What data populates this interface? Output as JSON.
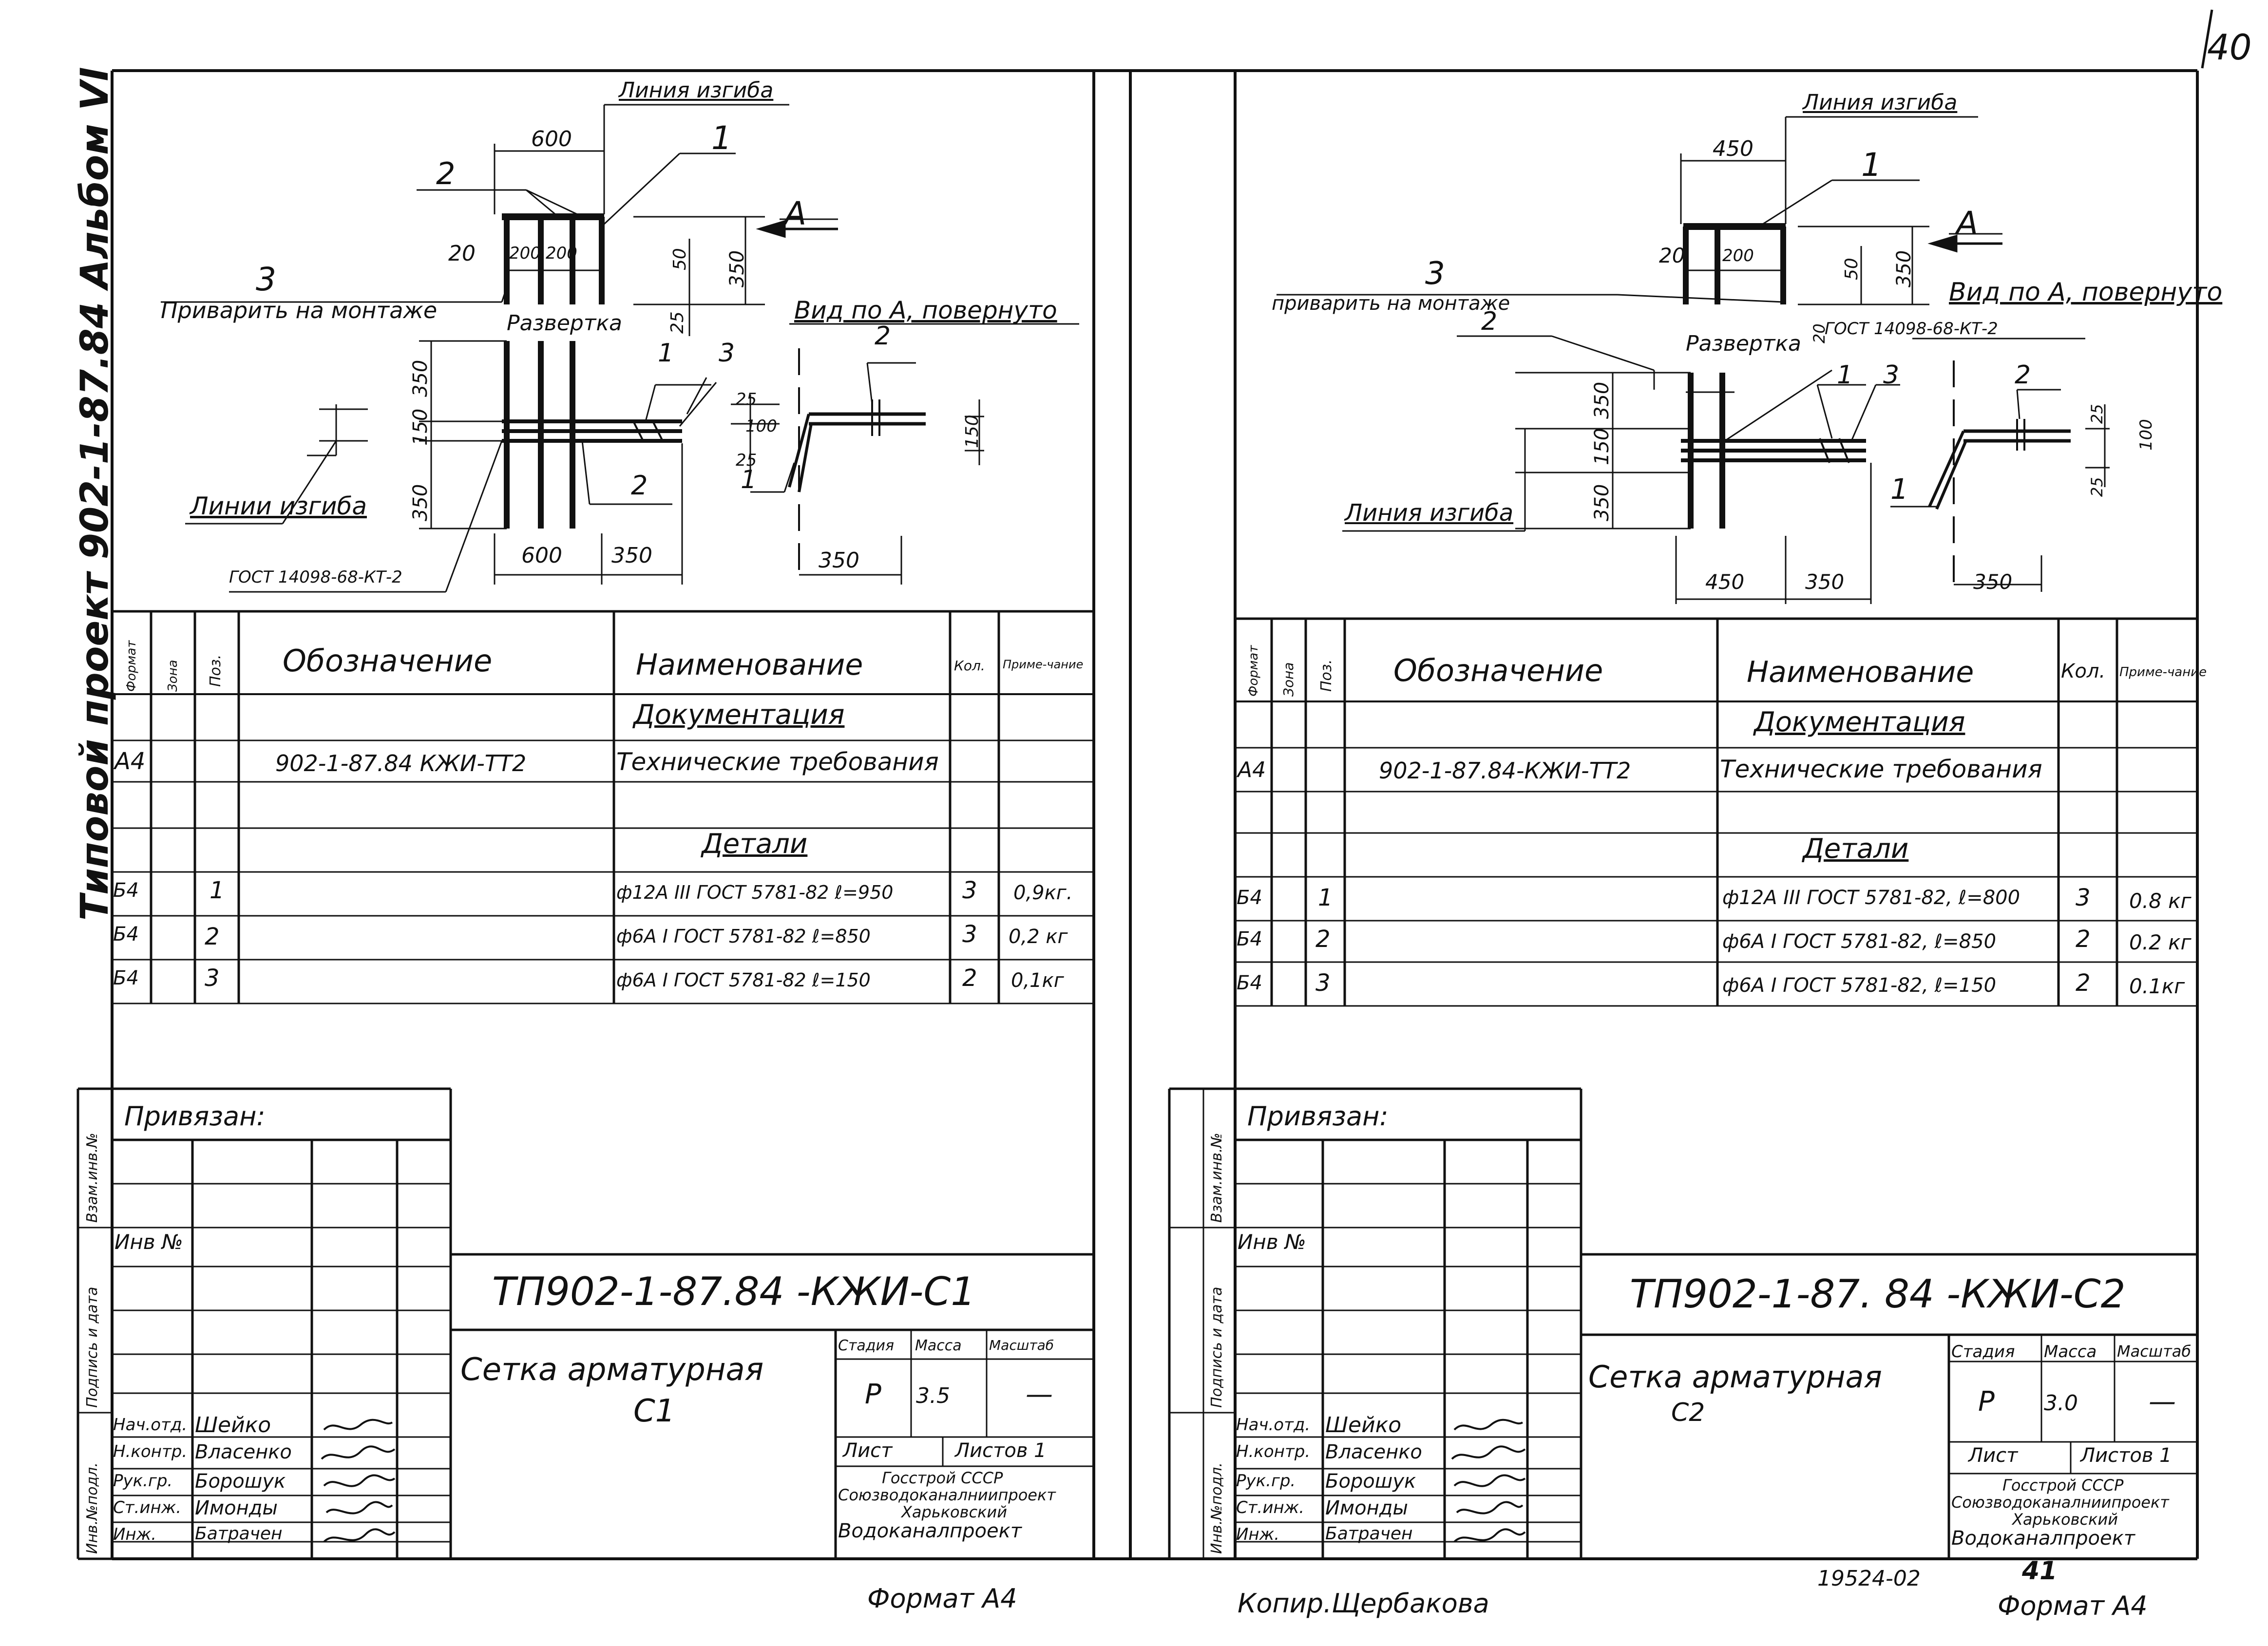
{
  "page": {
    "sheet_number": "40",
    "side_title": "Типовой проект 902-1-87.84 Альбом VI",
    "footer_left": "Формат А4",
    "footer_center": "Копир.Щербакова",
    "footer_inv": "19524-02",
    "footer_page": "41",
    "footer_right": "Формат А4"
  },
  "sheets": [
    {
      "id": "c1",
      "drawing": {
        "bend_line": "Линия изгиба",
        "bend_lines": "Линии изгиба",
        "weld": "Приварить на монтаже",
        "unfold": "Развертка",
        "view": "Вид по А, повернуто",
        "view_letter": "А",
        "gost": "ГОСТ 14098-68-КТ-2",
        "pos": [
          "1",
          "2",
          "3"
        ],
        "dims": {
          "top_w": "600",
          "d20": "20",
          "d200a": "200",
          "d200b": "200",
          "d50": "50",
          "d350": "350",
          "d25": "25",
          "v350a": "350",
          "v150": "150",
          "v350b": "350",
          "bot_w": "600",
          "bot_350": "350",
          "s25a": "25",
          "s100": "100",
          "s25b": "25",
          "s150": "150",
          "view_350": "350"
        }
      },
      "spec": {
        "headers": [
          "Формат",
          "Зона",
          "Поз.",
          "Обозначение",
          "Наименование",
          "Кол.",
          "Приме-чание"
        ],
        "section_docs": "Документация",
        "doc_row": {
          "format": "А4",
          "designation": "902-1-87.84 КЖИ-ТТ2",
          "name": "Технические требования"
        },
        "section_parts": "Детали",
        "rows": [
          {
            "format": "Б4",
            "pos": "1",
            "name": "ф12А III ГОСТ 5781-82 ℓ=950",
            "qty": "3",
            "note": "0,9кг."
          },
          {
            "format": "Б4",
            "pos": "2",
            "name": "ф6А I ГОСТ 5781-82 ℓ=850",
            "qty": "3",
            "note": "0,2 кг"
          },
          {
            "format": "Б4",
            "pos": "3",
            "name": "ф6А I ГОСТ 5781-82 ℓ=150",
            "qty": "2",
            "note": "0,1кг"
          }
        ]
      },
      "stamp": {
        "bound": "Привязан:",
        "inv": "Инв №",
        "code": "ТП902-1-87.84 -КЖИ-С1",
        "title1": "Сетка арматурная",
        "title2": "С1",
        "stage_h": "Стадия",
        "mass_h": "Масса",
        "scale_h": "Масштаб",
        "stage": "Р",
        "mass": "3.5",
        "scale": "—",
        "sheet_h": "Лист",
        "sheets_h": "Листов 1",
        "org": [
          "Госстрой СССР",
          "Союзводоканалниипроект",
          "Харьковский",
          "Водоканалпроект"
        ],
        "people": [
          {
            "role": "Нач.отд.",
            "name": "Шейко"
          },
          {
            "role": "Н.контр.",
            "name": "Власенко"
          },
          {
            "role": "Рук.гр.",
            "name": "Борошук"
          },
          {
            "role": "Ст.инж.",
            "name": "Имонды"
          },
          {
            "role": "Инж.",
            "name": "Батрачен"
          }
        ],
        "side_labels": [
          "Инв.№подл.",
          "Подпись и дата",
          "Взам.инв.№"
        ]
      }
    },
    {
      "id": "c2",
      "drawing": {
        "bend_line": "Линия изгиба",
        "bend_line2": "Линия изгиба",
        "weld": "приварить на монтаже",
        "unfold": "Развертка",
        "view": "Вид по А, повернуто",
        "view_letter": "А",
        "gost": "ГОСТ 14098-68-КТ-2",
        "pos": [
          "1",
          "2",
          "3"
        ],
        "dims": {
          "top_w": "450",
          "d20": "20",
          "d200": "200",
          "d50": "50",
          "d350": "350",
          "d20b": "20",
          "v350a": "350",
          "v150": "150",
          "v350b": "350",
          "bot_w": "450",
          "bot_350": "350",
          "s25a": "25",
          "s100": "100",
          "s25b": "25",
          "view_350": "350"
        }
      },
      "spec": {
        "headers": [
          "Формат",
          "Зона",
          "Поз.",
          "Обозначение",
          "Наименование",
          "Кол.",
          "Приме-чание"
        ],
        "section_docs": "Документация",
        "doc_row": {
          "format": "А4",
          "designation": "902-1-87.84-КЖИ-ТТ2",
          "name": "Технические требования"
        },
        "section_parts": "Детали",
        "rows": [
          {
            "format": "Б4",
            "pos": "1",
            "name": "ф12А III ГОСТ 5781-82, ℓ=800",
            "qty": "3",
            "note": "0.8 кг"
          },
          {
            "format": "Б4",
            "pos": "2",
            "name": "ф6А I ГОСТ 5781-82, ℓ=850",
            "qty": "2",
            "note": "0.2 кг"
          },
          {
            "format": "Б4",
            "pos": "3",
            "name": "ф6А I ГОСТ 5781-82, ℓ=150",
            "qty": "2",
            "note": "0.1кг"
          }
        ]
      },
      "stamp": {
        "bound": "Привязан:",
        "inv": "Инв №",
        "code": "ТП902-1-87. 84 -КЖИ-С2",
        "title1": "Сетка арматурная",
        "title2": "С2",
        "stage_h": "Стадия",
        "mass_h": "Масса",
        "scale_h": "Масштаб",
        "stage": "Р",
        "mass": "3.0",
        "scale": "—",
        "sheet_h": "Лист",
        "sheets_h": "Листов 1",
        "org": [
          "Госстрой СССР",
          "Союзводоканалниипроект",
          "Харьковский",
          "Водоканалпроект"
        ],
        "people": [
          {
            "role": "Нач.отд.",
            "name": "Шейко"
          },
          {
            "role": "Н.контр.",
            "name": "Власенко"
          },
          {
            "role": "Рук.гр.",
            "name": "Борошук"
          },
          {
            "role": "Ст.инж.",
            "name": "Имонды"
          },
          {
            "role": "Инж.",
            "name": "Батрачен"
          }
        ],
        "side_labels": [
          "Инв.№подл.",
          "Подпись и дата",
          "Взам.инв.№"
        ]
      }
    }
  ]
}
